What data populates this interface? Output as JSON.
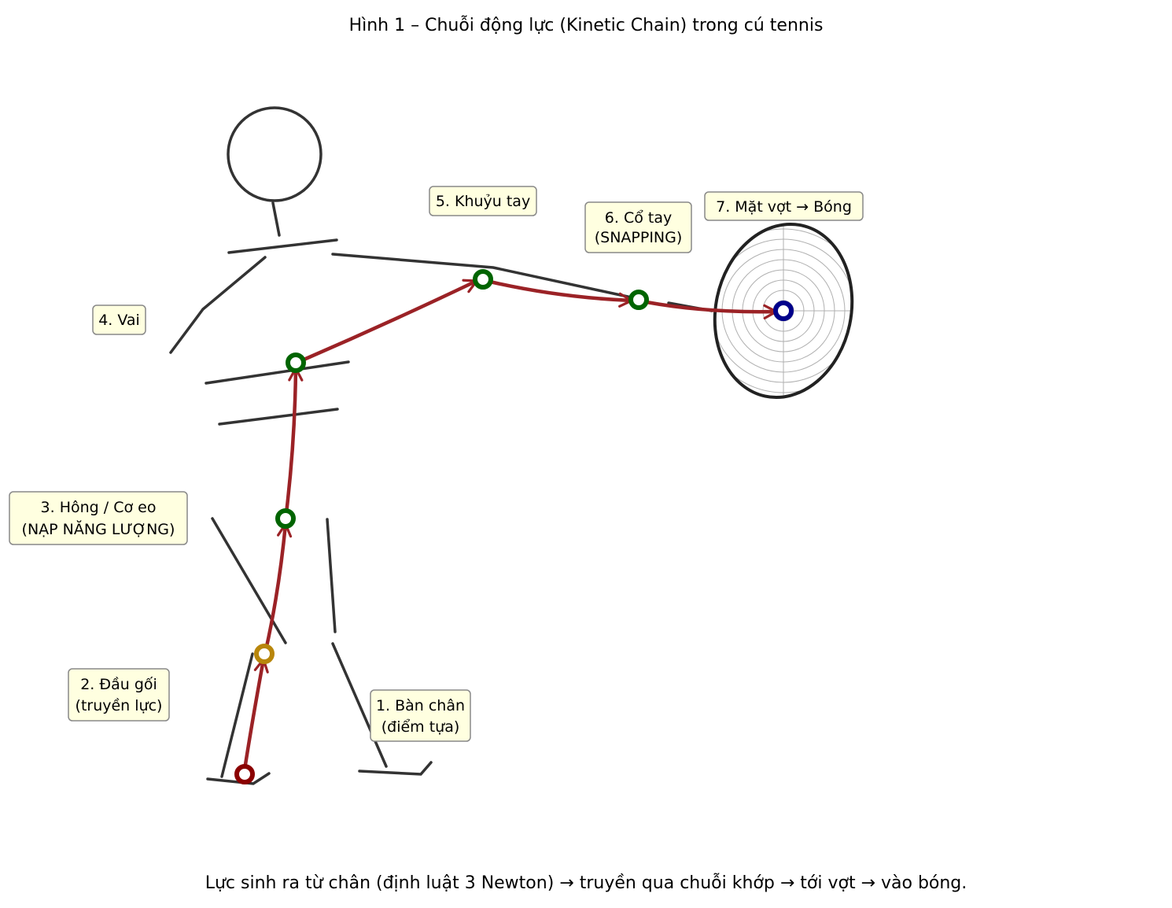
{
  "title": "Hình 1 – Chuỗi động lực (Kinetic Chain) trong cú tennis",
  "caption": "Lực sinh ra từ chân (định luật 3 Newton) → truyền qua chuỗi khớp → tới vợt → vào bóng.",
  "labels": {
    "foot": [
      "1. Bàn chân",
      "(điểm tựa)"
    ],
    "knee": [
      "2. Đầu gối",
      "(truyền lực)"
    ],
    "hip": [
      "3. Hông / Cơ eo",
      "(NẠP NĂNG LƯỢNG)"
    ],
    "shoulder": [
      "4. Vai"
    ],
    "elbow": [
      "5. Khuỷu tay"
    ],
    "wrist": [
      "6. Cổ tay",
      "(SNAPPING)"
    ],
    "racket": [
      "7. Mặt vợt → Bóng"
    ]
  },
  "colors": {
    "figure": "#333333",
    "chain_arrow": "#9b2226",
    "node_foot": "#8b0000",
    "node_knee": "#b8860b",
    "node_joint": "#006400",
    "node_ball": "#00008b",
    "label_fill": "#ffffe0",
    "label_border": "#888888"
  }
}
